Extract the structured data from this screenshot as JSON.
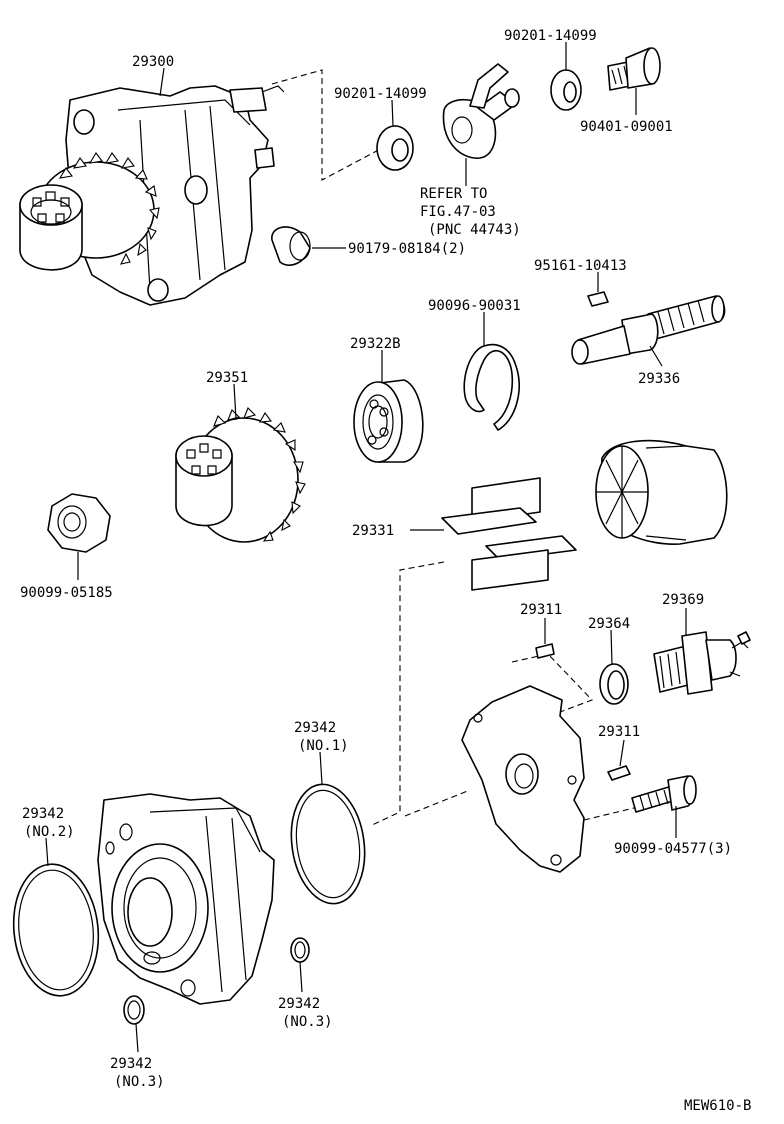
{
  "diagram_code": "MEW610-B",
  "callouts": [
    {
      "id": "c-29300",
      "lines": [
        "29300"
      ]
    },
    {
      "id": "c-90201-a",
      "lines": [
        "90201-14099"
      ]
    },
    {
      "id": "c-90201-b",
      "lines": [
        "90201-14099"
      ]
    },
    {
      "id": "c-90401",
      "lines": [
        "90401-09001"
      ]
    },
    {
      "id": "c-refer",
      "lines": [
        "REFER TO",
        "FIG.47-03",
        "(PNC 44743)"
      ]
    },
    {
      "id": "c-90179",
      "lines": [
        "90179-08184(2)"
      ]
    },
    {
      "id": "c-95161",
      "lines": [
        "95161-10413"
      ]
    },
    {
      "id": "c-90096",
      "lines": [
        "90096-90031"
      ]
    },
    {
      "id": "c-29322b",
      "lines": [
        "29322B"
      ]
    },
    {
      "id": "c-29336",
      "lines": [
        "29336"
      ]
    },
    {
      "id": "c-29351",
      "lines": [
        "29351"
      ]
    },
    {
      "id": "c-29331",
      "lines": [
        "29331"
      ]
    },
    {
      "id": "c-90099-05185",
      "lines": [
        "90099-05185"
      ]
    },
    {
      "id": "c-29311-a",
      "lines": [
        "29311"
      ]
    },
    {
      "id": "c-29364",
      "lines": [
        "29364"
      ]
    },
    {
      "id": "c-29369",
      "lines": [
        "29369"
      ]
    },
    {
      "id": "c-29311-b",
      "lines": [
        "29311"
      ]
    },
    {
      "id": "c-29342-no1",
      "lines": [
        "29342",
        "(NO.1)"
      ]
    },
    {
      "id": "c-29342-no2",
      "lines": [
        "29342",
        "(NO.2)"
      ]
    },
    {
      "id": "c-90099-04577",
      "lines": [
        "90099-04577(3)"
      ]
    },
    {
      "id": "c-29342-no3-a",
      "lines": [
        "29342",
        "(NO.3)"
      ]
    },
    {
      "id": "c-29342-no3-b",
      "lines": [
        "29342",
        "(NO.3)"
      ]
    }
  ]
}
